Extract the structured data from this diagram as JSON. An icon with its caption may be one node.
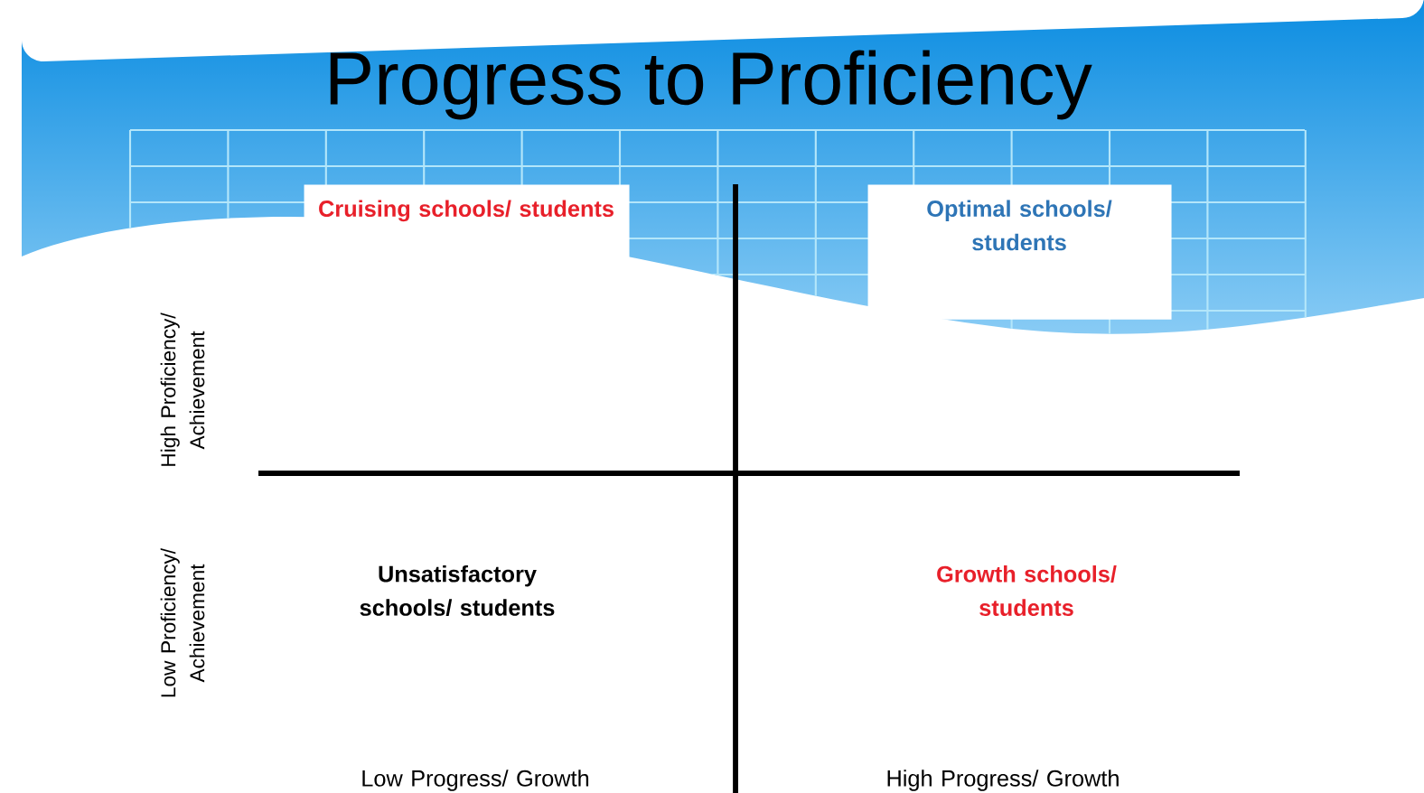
{
  "diagram": {
    "title": "Progress to Proficiency",
    "nodes": [
      {
        "text": [
          "Cruising schools/ students"
        ]
      },
      {
        "text": [
          "Optimal schools/ students"
        ]
      }
    ],
    "labels": [
      "Unsatisfactory schools/ students",
      "Growth schools/ students",
      "High Proficiency/ Achievement",
      "Low Proficiency/ Achievement",
      "Low Progress/ Growth",
      "High Progress/ Growth"
    ]
  }
}
